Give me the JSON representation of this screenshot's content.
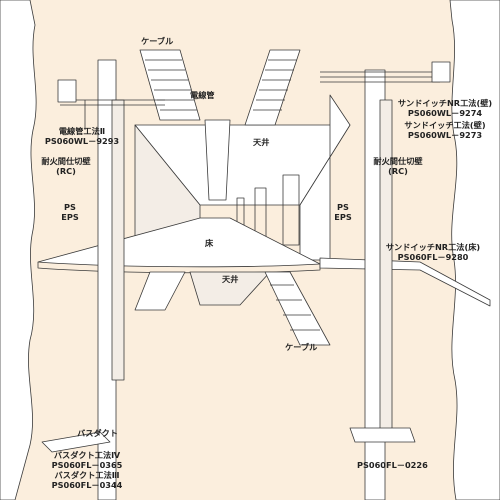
{
  "colors": {
    "background": "#fbeedd",
    "line": "#3a3a3a",
    "wall": "#ffffff",
    "fill_light": "#f3ede6"
  },
  "labels": {
    "cable_top": "ケーブル",
    "conduit_top": "電線管",
    "ceiling_top": "天井",
    "conduit_method_line1": "電線管工法Ⅱ",
    "conduit_method_line2": "PS060WL－9293",
    "fire_wall_left_line1": "耐火間仕切壁",
    "fire_wall_left_line2": "(RC)",
    "ps_left_line1": "PS",
    "ps_left_line2": "EPS",
    "sandwich_wall_1_line1": "サンドイッチNR工法(壁)",
    "sandwich_wall_1_line2": "PS060WL－9274",
    "sandwich_wall_2_line1": "サンドイッチ工法(壁)",
    "sandwich_wall_2_line2": "PS060WL－9273",
    "fire_wall_right_line1": "耐火間仕切壁",
    "fire_wall_right_line2": "(RC)",
    "ps_right_line1": "PS",
    "ps_right_line2": "EPS",
    "floor_center": "床",
    "sandwich_floor_line1": "サンドイッチNR工法(床)",
    "sandwich_floor_line2": "PS060FL－9280",
    "ceiling_bottom": "天井",
    "cable_bottom": "ケーブル",
    "bus_duct": "バスダクト",
    "bus_duct_method_4_line1": "バスダクト工法Ⅳ",
    "bus_duct_method_4_line2": "PS060FL－0365",
    "bus_duct_method_3_line1": "バスダクト工法Ⅲ",
    "bus_duct_method_3_line2": "PS060FL－0344",
    "floor_code_right": "PS060FL－0226"
  }
}
